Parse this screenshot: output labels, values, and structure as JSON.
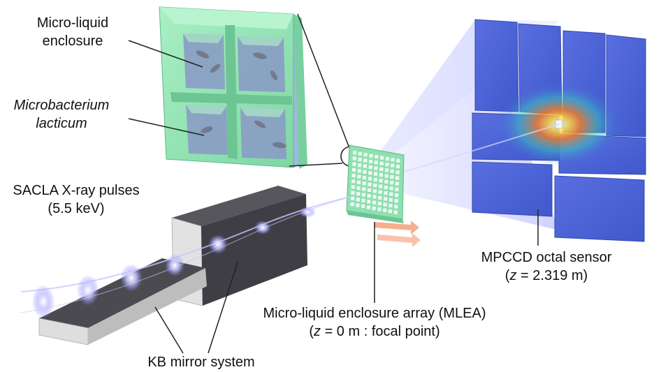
{
  "labels": {
    "enclosure": {
      "line1": "Micro-liquid",
      "line2": "enclosure"
    },
    "bacterium": {
      "line1": "Microbacterium",
      "line2": "lacticum"
    },
    "xray": {
      "line1": "SACLA X-ray pulses",
      "line2": "(5.5 keV)"
    },
    "kb": {
      "text": "KB mirror system"
    },
    "mlea": {
      "line1": "Micro-liquid enclosure array (MLEA)",
      "line2_z": "z",
      "line2_rest": " = 0 m : focal point)",
      "line2_open": "("
    },
    "mpccd": {
      "line1": "MPCCD octal sensor",
      "line2_open": "(",
      "line2_z": "z",
      "line2_rest": " = 2.319 m)"
    }
  },
  "colors": {
    "enclosure_green": "#8fe0b0",
    "enclosure_shadow": "#6cc592",
    "window_blue": "#8a9cc4",
    "detector_blue": "#4a64d8",
    "mirror_dark": "#3a3a40",
    "mirror_light": "#d4d4d4",
    "beam_glow": "#b9b7ff",
    "beam_red": "#f28c5c"
  }
}
